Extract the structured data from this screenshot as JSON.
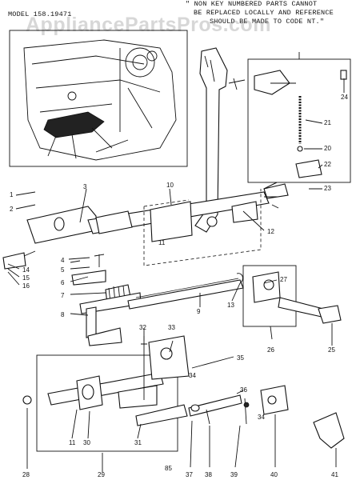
{
  "header": {
    "model": "MODEL 158.19471",
    "note_line1": "\" NON KEY NUMBERED PARTS CANNOT",
    "note_line2": "BE REPLACED LOCALLY AND REFERENCE",
    "note_line3": "SHOULD BE MADE TO CODE NT.\""
  },
  "watermark": "AppliancePartsPros.com",
  "page_number": "85",
  "callouts": [
    "1",
    "2",
    "3",
    "4",
    "5",
    "6",
    "7",
    "8",
    "9",
    "10",
    "11",
    "12",
    "13",
    "14",
    "15",
    "16",
    "20",
    "21",
    "22",
    "23",
    "24",
    "25",
    "26",
    "27",
    "28",
    "29",
    "30",
    "31",
    "32",
    "33",
    "34",
    "35",
    "36",
    "37",
    "38",
    "39",
    "40",
    "41"
  ]
}
